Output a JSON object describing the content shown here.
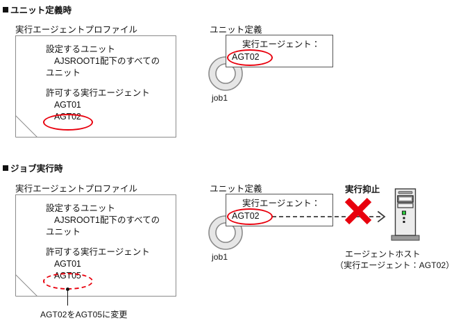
{
  "sections": [
    {
      "id": "unit-definition-time",
      "heading": "■ユニット定義時",
      "profile": {
        "title": "実行エージェントプロファイル",
        "lines": [
          "設定するユニット",
          "AJSROOT1配下のすべての",
          "ユニット",
          "許可する実行エージェント",
          "AGT01",
          "AGT02"
        ],
        "highlighted_value": "AGT02",
        "highlight_style": "solid-red-ellipse"
      },
      "unit_definition": {
        "title": "ユニット定義",
        "field_label": "実行エージェント：",
        "field_value": "AGT02",
        "highlight_style": "solid-red-ellipse",
        "job_label": "job1"
      }
    },
    {
      "id": "job-execution-time",
      "heading": "■ジョブ実行時",
      "profile": {
        "title": "実行エージェントプロファイル",
        "lines": [
          "設定するユニット",
          "AJSROOT1配下のすべての",
          "ユニット",
          "許可する実行エージェント",
          "AGT01",
          "AGT05"
        ],
        "highlighted_value": "AGT05",
        "highlight_style": "dashed-red-ellipse",
        "annotation": "AGT02をAGT05に変更"
      },
      "unit_definition": {
        "title": "ユニット定義",
        "field_label": "実行エージェント：",
        "field_value": "AGT02",
        "highlight_style": "solid-red-ellipse",
        "job_label": "job1"
      },
      "flow": {
        "blocked_label": "実行抑止",
        "blocked_marker": "red-x-icon",
        "arrow": "dashed-arrow-icon"
      },
      "agent_host": {
        "icon": "server-tower-icon",
        "caption_line1": "エージェントホスト",
        "caption_line2": "（実行エージェント：AGT02）"
      }
    }
  ],
  "colors": {
    "highlight_red": "#e8000d",
    "text": "#111111",
    "sheet_border": "#8a8a8a",
    "box_border": "#555555",
    "tower_body": "#e9e9e9",
    "tower_led": "#2ecc40"
  }
}
